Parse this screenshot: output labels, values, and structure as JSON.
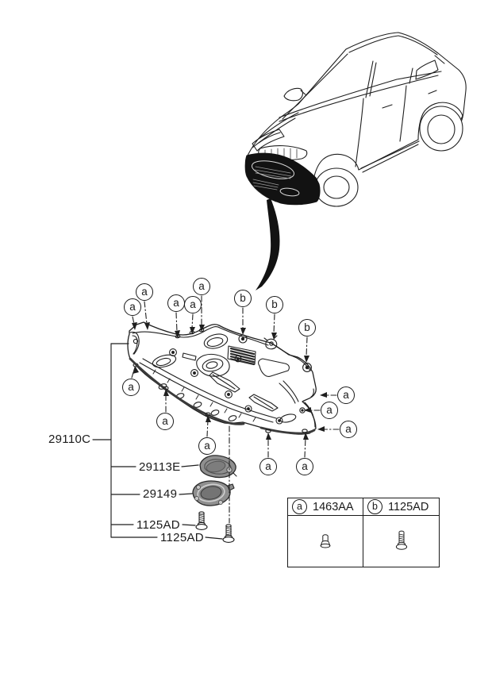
{
  "parts": {
    "assembly": "29110C",
    "service_cover": "29113E",
    "plug_cap": "29149",
    "screw_upper": "1125AD",
    "screw_lower": "1125AD"
  },
  "callouts": {
    "a": "a",
    "b": "b"
  },
  "legend": {
    "col_a": {
      "letter": "a",
      "part_number": "1463AA",
      "icon": "rivet-clip-icon"
    },
    "col_b": {
      "letter": "b",
      "part_number": "1125AD",
      "icon": "tapping-screw-icon"
    }
  }
}
